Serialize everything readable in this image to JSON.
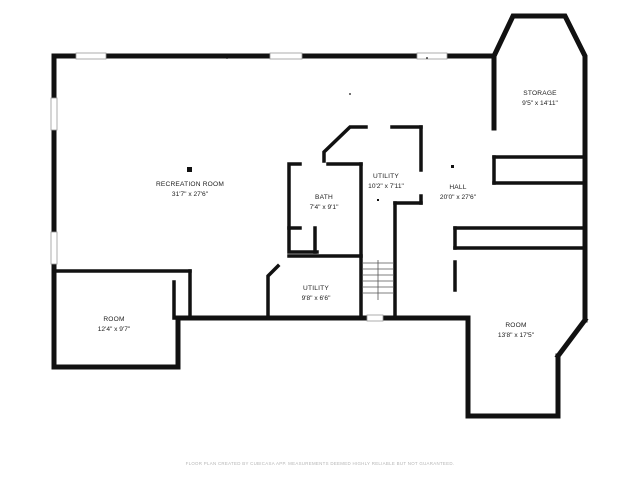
{
  "rooms": {
    "recreation": {
      "name": "RECREATION ROOM",
      "dims": "31'7\" x 27'6\""
    },
    "storage": {
      "name": "STORAGE",
      "dims": "9'5\" x 14'11\""
    },
    "utility_top": {
      "name": "UTILITY",
      "dims": "10'2\" x 7'11\""
    },
    "hall": {
      "name": "HALL",
      "dims": "20'0\" x 27'6\""
    },
    "bath": {
      "name": "BATH",
      "dims": "7'4\" x 9'1\""
    },
    "utility_bot": {
      "name": "UTILITY",
      "dims": "9'8\" x 6'6\""
    },
    "room_left": {
      "name": "ROOM",
      "dims": "12'4\" x 9'7\""
    },
    "room_right": {
      "name": "ROOM",
      "dims": "13'8\" x 17'5\""
    }
  },
  "footer": "FLOOR PLAN CREATED BY CUBICASA APP. MEASUREMENTS DEEMED HIGHLY RELIABLE BUT NOT GUARANTEED.",
  "colors": {
    "wall": "#111111",
    "background": "#ffffff",
    "text": "#222222",
    "footer": "#b5b5b5"
  }
}
